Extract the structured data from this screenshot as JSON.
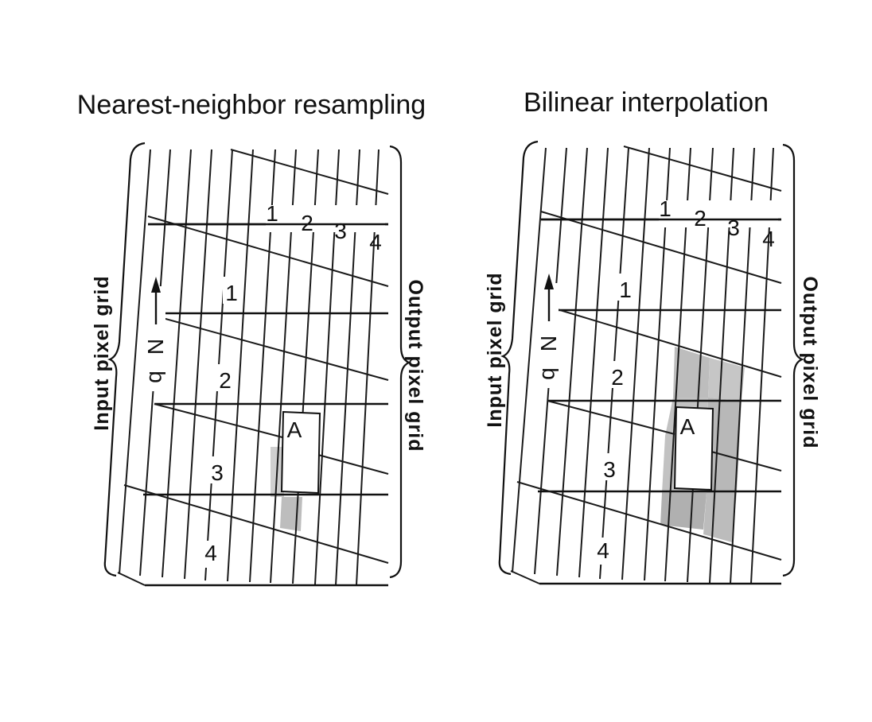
{
  "panels": [
    {
      "id": "nearest",
      "title": "Nearest-neighbor resampling",
      "left_label": "Input pixel grid",
      "right_label": "Output pixel grid",
      "row_numbers": [
        "1",
        "2",
        "3",
        "4"
      ],
      "col_numbers": [
        "1",
        "2",
        "3",
        "4"
      ],
      "north_label": "N",
      "north_sub": "b",
      "point_label": "A"
    },
    {
      "id": "bilinear",
      "title": "Bilinear interpolation",
      "left_label": "Input pixel grid",
      "right_label": "Output pixel grid",
      "row_numbers": [
        "1",
        "2",
        "3",
        "4"
      ],
      "col_numbers": [
        "1",
        "2",
        "3",
        "4"
      ],
      "north_label": "N",
      "north_sub": "b",
      "point_label": "A"
    }
  ]
}
